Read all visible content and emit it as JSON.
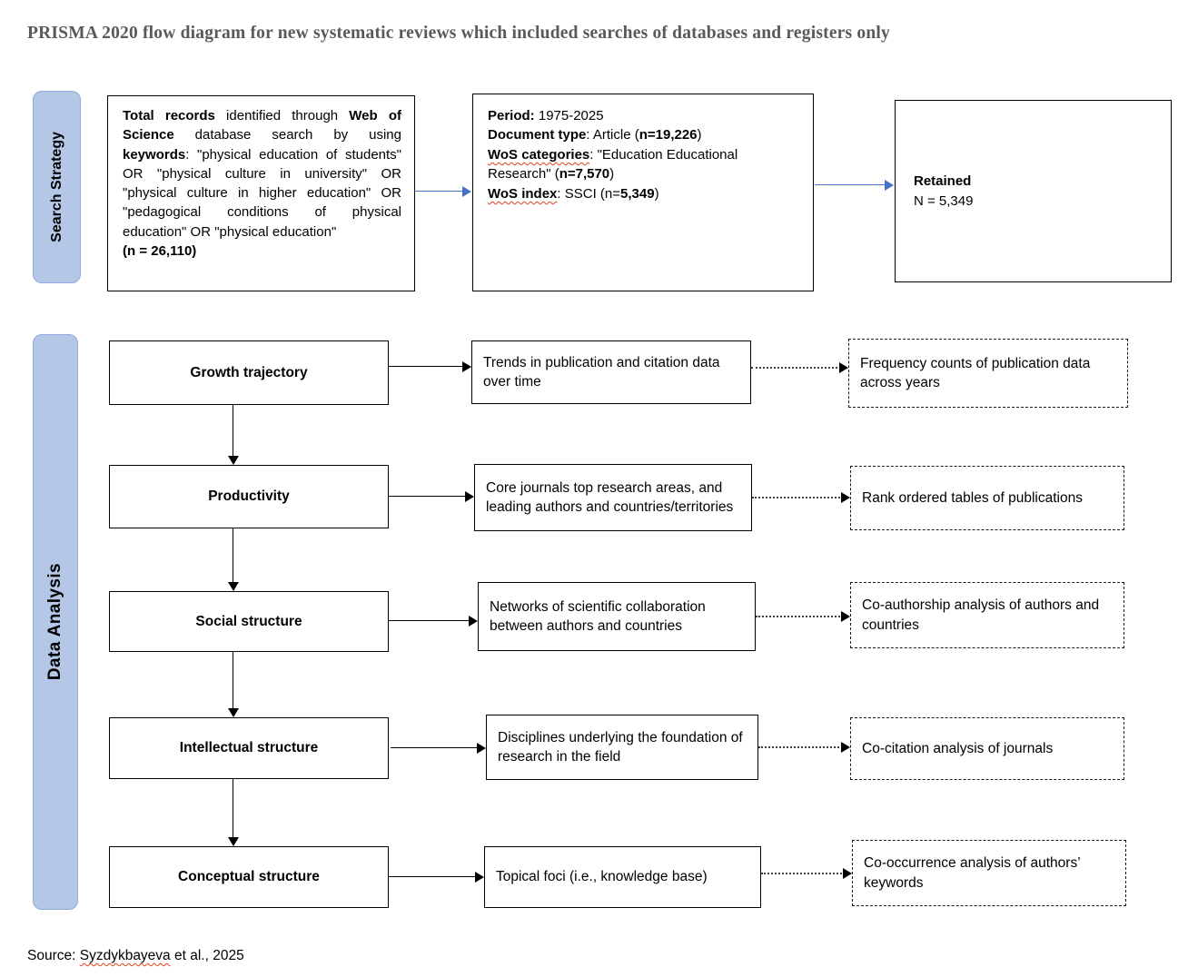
{
  "title": "PRISMA 2020 flow diagram for new systematic reviews which included searches of databases and registers only",
  "search_strategy": {
    "label": "Search Strategy",
    "records_box": {
      "b1": "Total records",
      "t1": " identified through ",
      "b2": "Web of Science",
      "t2": " database search by using ",
      "b3": "keywords",
      "t3": ": \"physical education of students\" OR \"physical culture in university\" OR \"physical culture in higher education\" OR \"pedagogical conditions of physical education\" OR \"physical education\"",
      "b4": "(n = 26,110)"
    },
    "filters_box": {
      "line1_label": "Period:",
      "line1_value": " 1975-2025",
      "line2_label": "Document type",
      "line2_mid": ": Article (",
      "line2_n": "n=19,226",
      "line2_end": ")",
      "line3_label": "WoS categories",
      "line3_mid": ": \"Education Educational Research\" (",
      "line3_n": "n=7,570",
      "line3_end": ")",
      "line4_label": "WoS index",
      "line4_mid": ": SSCI (n=",
      "line4_n": "5,349",
      "line4_end": ")"
    },
    "retained_box": {
      "title": "Retained",
      "value": "N = 5,349"
    }
  },
  "data_analysis": {
    "label": "Data Analysis",
    "rows": [
      {
        "category": "Growth trajectory",
        "method": "Trends in publication and citation data over time",
        "output": "Frequency counts of publication data across years"
      },
      {
        "category": "Productivity",
        "method": "Core journals top research areas, and leading authors and countries/territories",
        "output": "Rank ordered tables of publications"
      },
      {
        "category": "Social structure",
        "method": "Networks of scientific collaboration between authors and countries",
        "output": "Co-authorship analysis of authors and countries"
      },
      {
        "category": "Intellectual structure",
        "method": "Disciplines underlying the foundation of research in the field",
        "output": "Co-citation analysis of journals"
      },
      {
        "category": "Conceptual structure",
        "method": "Topical foci (i.e., knowledge base)",
        "output": "Co-occurrence analysis of authors’ keywords"
      }
    ]
  },
  "footer": {
    "prefix": "Source: ",
    "author": "Syzdykbayeva",
    "suffix": " et al., 2025"
  }
}
